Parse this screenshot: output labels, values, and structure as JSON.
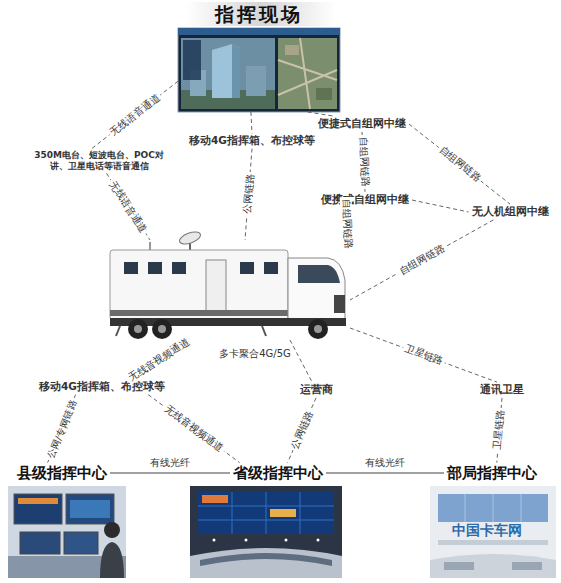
{
  "diagram": {
    "nodes": [
      {
        "text": [
          "指挥现场"
        ]
      },
      {
        "text": [
          "便捷式自组网中继"
        ]
      },
      {
        "text": [
          "移动4G指挥箱、布控球等"
        ]
      },
      {
        "text": [
          "350M电台、短波电台、POC对讲、卫星电话等语音通信"
        ]
      },
      {
        "text": [
          "便携式自组网中继"
        ]
      },
      {
        "text": [
          "无人机组网中继"
        ]
      },
      {
        "text": []
      },
      {
        "text": [
          "移动4G指挥箱、布控球等"
        ]
      },
      {
        "text": [
          "运营商"
        ]
      },
      {
        "text": [
          "通讯卫星"
        ]
      },
      {
        "text": [
          "县级指挥中心"
        ]
      },
      {
        "text": [
          "省级指挥中心"
        ]
      },
      {
        "text": [
          "部局指挥中心"
        ]
      }
    ],
    "edges": [
      {
        "from": 0,
        "to": 3,
        "label": "无线语音通道",
        "arrow": "none"
      },
      {
        "from": 3,
        "to": 6,
        "label": "无线语音通道",
        "arrow": "none"
      },
      {
        "from": 0,
        "to": 2,
        "arrow": "none"
      },
      {
        "from": 2,
        "to": 6,
        "label": "公网链路",
        "arrow": "none"
      },
      {
        "from": 0,
        "to": 1,
        "arrow": "none"
      },
      {
        "from": 1,
        "to": 4,
        "label": "自组网链路",
        "arrow": "none"
      },
      {
        "from": 1,
        "to": 5,
        "label": "自组网链路",
        "arrow": "none"
      },
      {
        "from": 4,
        "to": 5,
        "arrow": "none"
      },
      {
        "from": 4,
        "to": 6,
        "label": "自组网链路",
        "arrow": "none"
      },
      {
        "from": 5,
        "to": 6,
        "label": "自组网链路",
        "arrow": "none"
      },
      {
        "from": 6,
        "to": 9,
        "label": "卫星链路",
        "arrow": "none"
      },
      {
        "from": 6,
        "to": 8,
        "label": "多卡聚合4G/5G",
        "arrow": "none"
      },
      {
        "from": 6,
        "to": 7,
        "label": "无线音视频通道",
        "arrow": "none"
      },
      {
        "from": 7,
        "to": 10,
        "label": "公网/专网链路",
        "arrow": "none"
      },
      {
        "from": 7,
        "to": 11,
        "label": "无线音视频通道",
        "arrow": "none"
      },
      {
        "from": 8,
        "to": 11,
        "label": "公网链路",
        "arrow": "none"
      },
      {
        "from": 9,
        "to": 12,
        "label": "卫星链路",
        "arrow": "none"
      },
      {
        "from": 10,
        "to": 11,
        "label": "有线光纤",
        "arrow": "none"
      },
      {
        "from": 11,
        "to": 12,
        "label": "有线光纤",
        "arrow": "none"
      }
    ],
    "labels": [
      "中国卡车网"
    ]
  }
}
